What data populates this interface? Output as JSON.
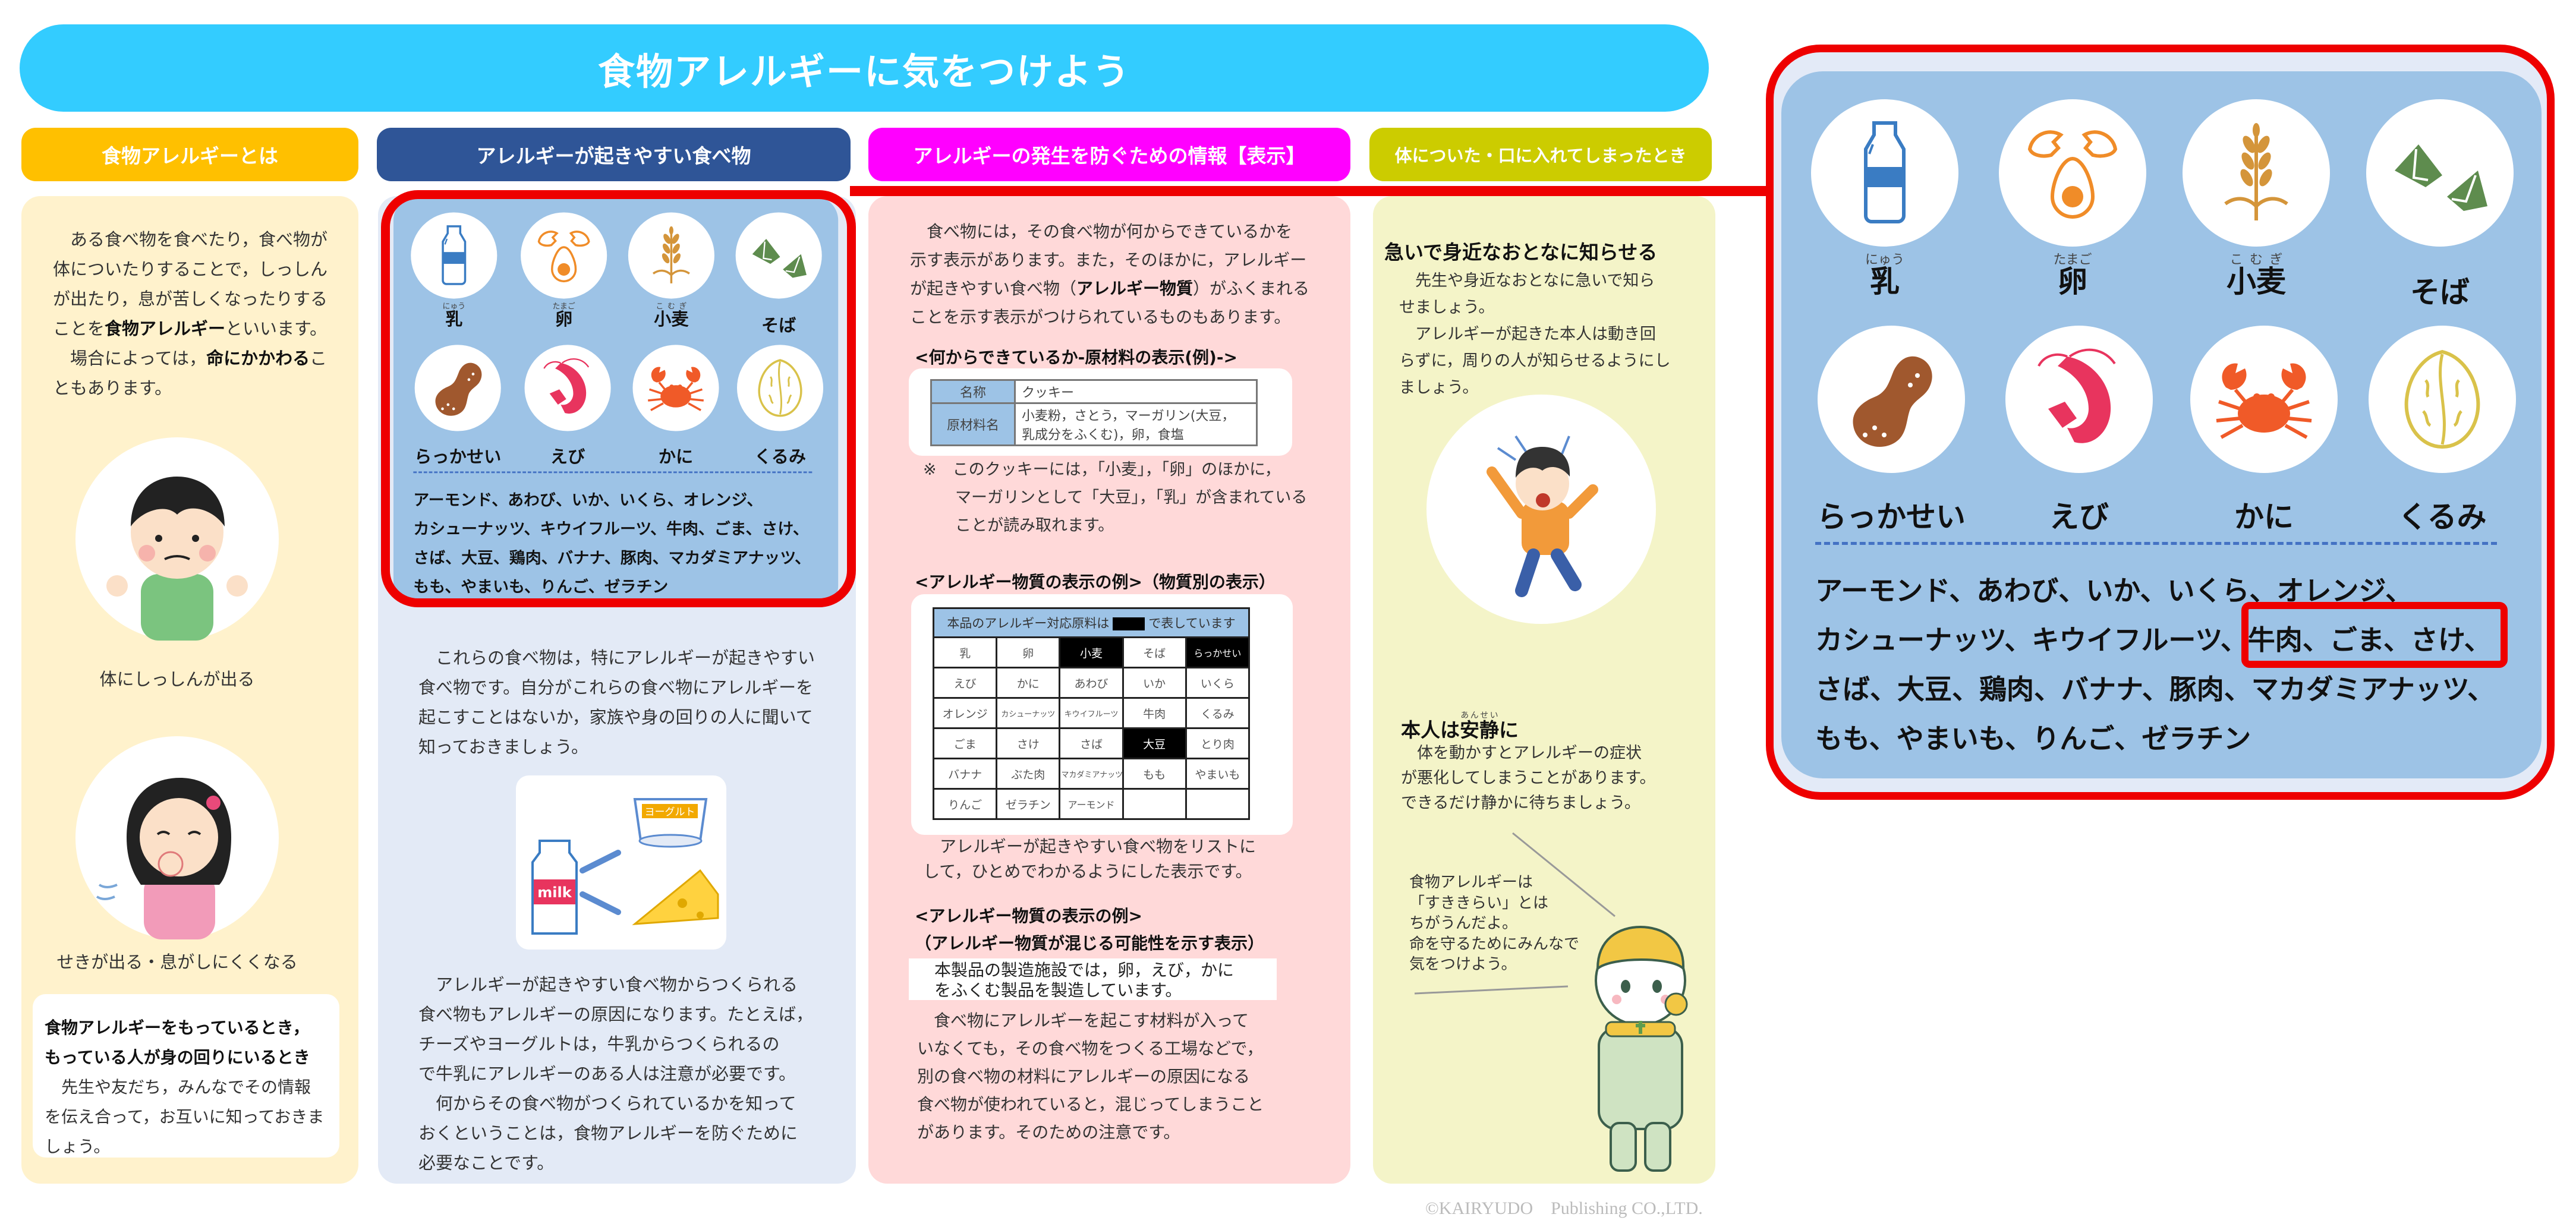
{
  "title": "食物アレルギーに気をつけよう",
  "colors": {
    "title_bar": "#33CCFF",
    "about_header": "#FFC000",
    "about_panel": "#FFF2CC",
    "foods_header": "#2F5597",
    "foods_panel": "#E3EAF6",
    "allergen_card": "#9DC3E6",
    "label_header": "#FF00FF",
    "label_panel": "#FFD9D9",
    "contact_header": "#CCCC00",
    "contact_panel": "#F4F4C8",
    "highlight": "#EE0000"
  },
  "about": {
    "header": "食物アレルギーとは",
    "paragraph": [
      [
        "　ある食べ物を食べたり，食べ物が"
      ],
      [
        "体についたりすることで，しっしん"
      ],
      [
        "が出たり，息が苦しくなったりする"
      ],
      [
        "ことを",
        {
          "b": "食物アレルギー"
        },
        "といいます。"
      ],
      [
        "　場合によっては，",
        {
          "b": "命にかかわる"
        },
        "こ"
      ],
      [
        "ともあります。"
      ]
    ],
    "caption_rash": "体にしっしんが出る",
    "caption_cough": "せきが出る・息がしにくくなる",
    "note": [
      [
        {
          "b": "食物アレルギーをもっているとき，"
        }
      ],
      [
        {
          "b": "もっている人が身の回りにいるとき"
        }
      ],
      [
        "　先生や友だち，みんなでその情報"
      ],
      [
        "を伝え合って，お互いに知っておきま"
      ],
      [
        "しょう。"
      ]
    ]
  },
  "foods": {
    "header": "アレルギーが起きやすい食べ物",
    "major": [
      {
        "name": "乳",
        "ruby": "にゅう",
        "icon": "milk-icon"
      },
      {
        "name": "卵",
        "ruby": "たまご",
        "icon": "egg-icon"
      },
      {
        "name": "小麦",
        "ruby": "こむぎ",
        "icon": "wheat-icon"
      },
      {
        "name": "そば",
        "ruby": "",
        "icon": "buckwheat-icon"
      },
      {
        "name": "らっかせい",
        "ruby": "",
        "icon": "peanut-icon"
      },
      {
        "name": "えび",
        "ruby": "",
        "icon": "shrimp-icon"
      },
      {
        "name": "かに",
        "ruby": "",
        "icon": "crab-icon"
      },
      {
        "name": "くるみ",
        "ruby": "",
        "icon": "walnut-icon"
      }
    ],
    "others": [
      [
        "アーモンド、あわび、いか、いくら、オレンジ、"
      ],
      [
        "カシューナッツ、キウイフルーツ、牛肉、ごま、さけ、"
      ],
      [
        "さば、大豆、鶏肉、バナナ、豚肉、マカダミアナッツ、"
      ],
      [
        "もも、やまいも、りんご、ゼラチン"
      ]
    ],
    "highlighted_items": "牛肉、ごま、さけ、",
    "paragraph1": [
      [
        "　これらの食べ物は，特にアレルギーが起きやすい"
      ],
      [
        "食べ物です。自分がこれらの食べ物にアレルギーを"
      ],
      [
        "起こすことはないか，家族や身の回りの人に聞いて"
      ],
      [
        "知っておきましょう。"
      ]
    ],
    "illustration_labels": {
      "milk": "milk",
      "yogurt": "ヨーグルト"
    },
    "paragraph2": [
      [
        "　アレルギーが起きやすい食べ物からつくられる"
      ],
      [
        "食べ物もアレルギーの原因になります。たとえば，"
      ],
      [
        "チーズやヨーグルトは，牛乳からつくられるの"
      ],
      [
        "で牛乳にアレルギーのある人は注意が必要です。"
      ],
      [
        "　何からその食べ物がつくられているかを知って"
      ],
      [
        "おくということは，食物アレルギーを防ぐために"
      ],
      [
        "必要なことです。"
      ]
    ]
  },
  "labels": {
    "header": "アレルギーの発生を防ぐための情報【表示】",
    "paragraph1": [
      [
        "　食べ物には，その食べ物が何からできているかを"
      ],
      [
        "示す表示があります。また，そのほかに，アレルギー"
      ],
      [
        "が起きやすい食べ物（",
        {
          "b": "アレルギー物質"
        },
        "）がふくまれる"
      ],
      [
        "ことを示す表示がつけられているものもあります。"
      ]
    ],
    "ingredients_heading": "<何からできているか-原材料の表示(例)->",
    "ingredients_table": {
      "name_label": "名称",
      "name_value": "クッキー",
      "ingredients_label": "原材料名",
      "ingredients_value": [
        "小麦粉，さとう，マーガリン(大豆，",
        "乳成分をふくむ)，卵，食塩"
      ]
    },
    "note": [
      [
        "※　このクッキーには，「小麦」，「卵」のほかに，"
      ],
      [
        "　　マーガリンとして「大豆」，「乳」が含まれている"
      ],
      [
        "　　ことが読み取れます。"
      ]
    ],
    "grid_heading": "<アレルギー物質の表示の例>（物質別の表示）",
    "grid": {
      "header_before": "本品のアレルギー対応原料は",
      "header_after": "で表しています",
      "rows": [
        [
          "乳",
          "卵",
          "小麦",
          "そば",
          "らっかせい"
        ],
        [
          "えび",
          "かに",
          "あわび",
          "いか",
          "いくら"
        ],
        [
          "オレンジ",
          "カシューナッツ",
          "キウイフルーツ",
          "牛肉",
          "くるみ"
        ],
        [
          "ごま",
          "さけ",
          "さば",
          "大豆",
          "とり肉"
        ],
        [
          "バナナ",
          "ぶた肉",
          "マカダミアナッツ",
          "もも",
          "やまいも"
        ],
        [
          "りんご",
          "ゼラチン",
          "アーモンド",
          "",
          ""
        ]
      ],
      "marked": [
        "小麦",
        "らっかせい",
        "大豆"
      ]
    },
    "grid_caption": [
      [
        "　アレルギーが起きやすい食べ物をリストに"
      ],
      [
        "して，ひとめでわかるようにした表示です。"
      ]
    ],
    "mix_heading1": "<アレルギー物質の表示の例>",
    "mix_heading2": "（アレルギー物質が混じる可能性を示す表示）",
    "mix_box": [
      [
        "本製品の製造施設では，卵，えび，かに"
      ],
      [
        "をふくむ製品を製造しています。"
      ]
    ],
    "paragraph2": [
      [
        "　食べ物にアレルギーを起こす材料が入って"
      ],
      [
        "いなくても，その食べ物をつくる工場などで，"
      ],
      [
        "別の食べ物の材料にアレルギーの原因になる"
      ],
      [
        "食べ物が使われていると，混じってしまうこと"
      ],
      [
        "があります。そのための注意です。"
      ]
    ]
  },
  "contact": {
    "header": "体についた・口に入れてしまったとき",
    "heading1": "急いで身近なおとなに知らせる",
    "text1": [
      [
        "　先生や身近なおとなに急いで知ら"
      ],
      [
        "せましょう。"
      ],
      [
        "　アレルギーが起きた本人は動き回"
      ],
      [
        "らずに，周りの人が知らせるようにし"
      ],
      [
        "ましょう。"
      ]
    ],
    "heading2_before": "本人は",
    "heading2_ruby_base": "安静",
    "heading2_ruby": "あんせい",
    "heading2_after": "に",
    "text2": [
      [
        "　体を動かすとアレルギーの症状"
      ],
      [
        "が悪化してしまうことがあります。"
      ],
      [
        "できるだけ静かに待ちましょう。"
      ]
    ],
    "speech": [
      [
        "食物アレルギーは"
      ],
      [
        "「すききらい」とは"
      ],
      [
        "ちがうんだよ。"
      ],
      [
        "命を守るためにみんなで"
      ],
      [
        "気をつけよう。"
      ]
    ]
  },
  "copyright": "©KAIRYUDO　Publishing CO.,LTD."
}
